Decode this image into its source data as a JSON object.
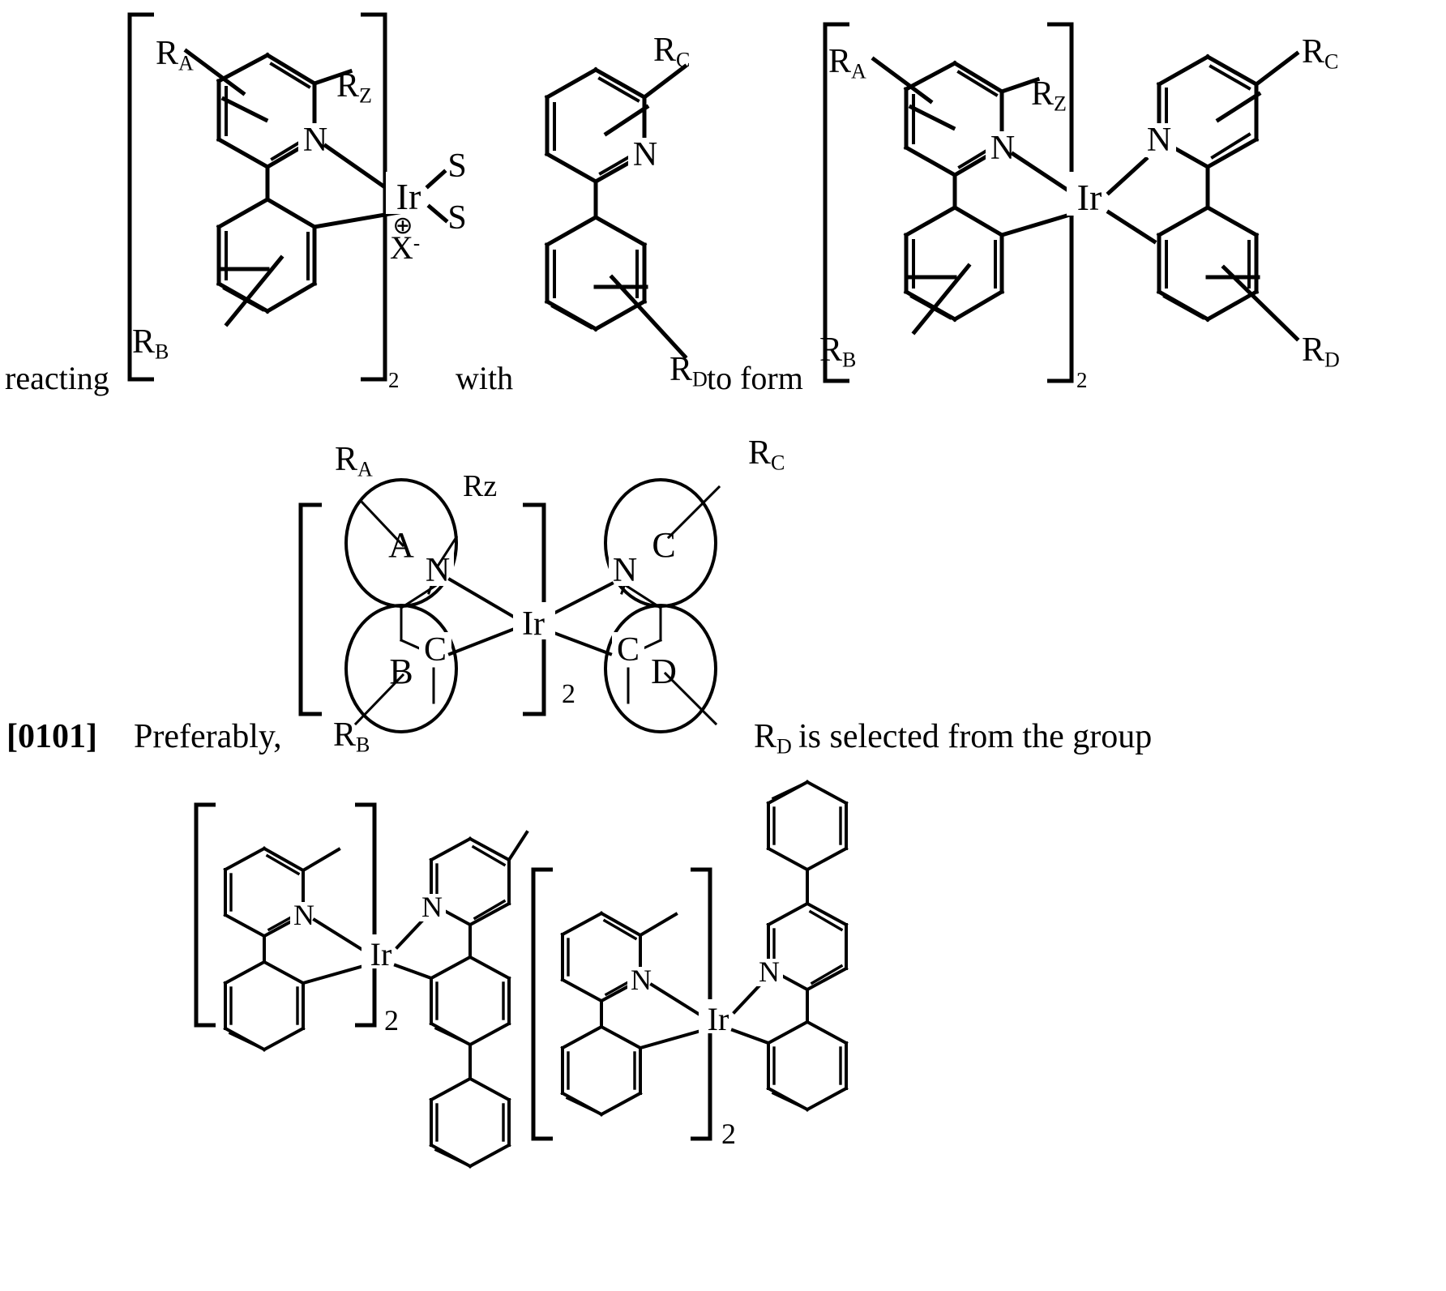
{
  "document": {
    "type": "patent-specification-page",
    "paragraph_number": "[0101]",
    "paragraph_text_before": "Preferably,",
    "paragraph_text_after": "is selected from the group"
  },
  "reaction_line": {
    "word_reacting": "reacting",
    "word_with": "with",
    "word_to_form": "to form",
    "bracket_subscript_left": "2",
    "bracket_subscript_right": "2"
  },
  "labels": {
    "RA": "R",
    "RA_sub": "A",
    "RZ": "R",
    "RZ_sub": "Z",
    "RB": "R",
    "RB_sub": "B",
    "RC": "R",
    "RC_sub": "C",
    "RD": "R",
    "RD_sub": "D",
    "Rz_plain": "Rz",
    "nitrogen": "N",
    "carbon": "C",
    "iridium": "Ir",
    "solvent_s": "S",
    "counterion": "X",
    "counterion_charge": "-",
    "metal_charge": "⊕",
    "ring_a": "A",
    "ring_b": "B",
    "ring_c": "C",
    "ring_d": "D",
    "subscript_two": "2"
  },
  "chart_data": {
    "type": "diagram",
    "title": "Iridium complex synthesis scheme",
    "structures": [
      {
        "id": "structure-1-dichloro-solvate-cation",
        "role": "reactant",
        "description": "bis-cyclometalated iridium solvate cation in square brackets with subscript 2",
        "bracket_subscript": "2",
        "metal": "Ir",
        "metal_charge": "+",
        "counterion": "X-",
        "ancillary_ligands": [
          "S",
          "S"
        ],
        "substituents": [
          "R_A",
          "R_Z",
          "R_B"
        ],
        "rings": [
          "pyridine",
          "phenyl"
        ]
      },
      {
        "id": "structure-2-phenylpyridine",
        "role": "reactant",
        "description": "2-phenylpyridine bearing R_C on pyridine and R_D on phenyl",
        "substituents": [
          "R_C",
          "R_D"
        ],
        "rings": [
          "pyridine",
          "phenyl"
        ]
      },
      {
        "id": "structure-3-heteroleptic-product",
        "role": "product",
        "description": "heteroleptic tris-cyclometalated iridium complex",
        "bracket_subscript": "2",
        "metal": "Ir",
        "substituents": [
          "R_A",
          "R_Z",
          "R_B",
          "R_C",
          "R_D"
        ],
        "rings": [
          "pyridine",
          "phenyl",
          "pyridine",
          "phenyl"
        ]
      },
      {
        "id": "structure-4-generic-rings",
        "role": "generic-formula",
        "description": "generic representation with circular rings labelled A, B, C, D joined through N and C donors to Ir",
        "bracket_subscript": "2",
        "metal": "Ir",
        "ring_labels": [
          "A",
          "B",
          "C",
          "D"
        ],
        "donor_atoms": [
          "N",
          "C",
          "N",
          "C"
        ],
        "substituents": [
          "R_A",
          "Rz",
          "R_B",
          "R_C",
          "R_D"
        ]
      },
      {
        "id": "structure-5-biphenyl-ppy",
        "role": "preferred-example",
        "description": "bis(methyl-phenylpyridine)iridium with 4-biphenylyl substituted phenylpyridine",
        "bracket_subscript": "2",
        "metal": "Ir",
        "substituents": [
          "methyl",
          "methyl",
          "phenyl"
        ]
      },
      {
        "id": "structure-6-phenylpyridyl-ppy",
        "role": "preferred-example",
        "description": "bis(methyl-phenylpyridine)iridium with phenyl-substituted pyridine ligand",
        "bracket_subscript": "2",
        "metal": "Ir",
        "substituents": [
          "methyl",
          "phenyl"
        ]
      }
    ]
  }
}
